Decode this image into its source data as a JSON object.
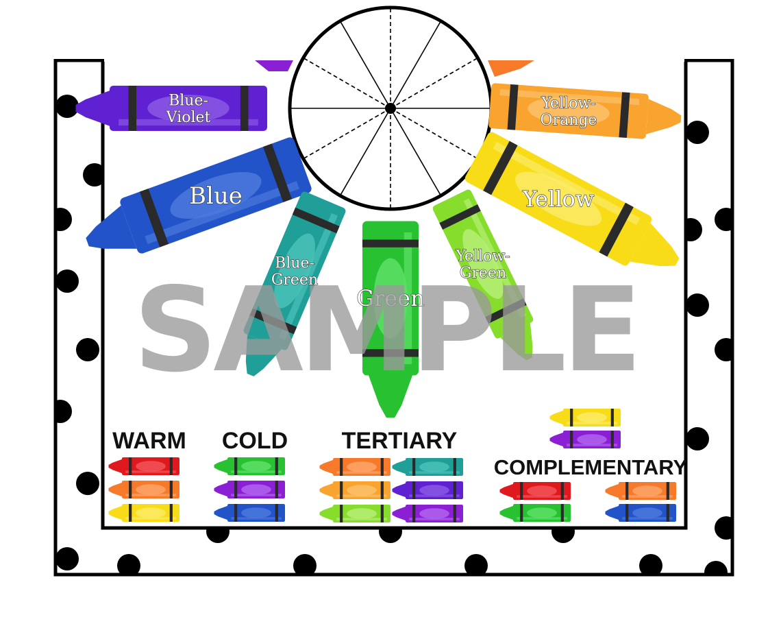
{
  "watermark": "SAMPLE",
  "colors": {
    "red": "#e0191f",
    "red_light": "#f2545a",
    "orange": "#f7792a",
    "orange_light": "#fda56a",
    "yellow_orange": "#f8a42e",
    "yellow_orange_light": "#fcc16b",
    "yellow": "#f8dc18",
    "yellow_light": "#fbeb67",
    "yellow_green": "#86dd2c",
    "yellow_green_light": "#b6ee78",
    "green": "#28c132",
    "green_light": "#5de166",
    "blue_green": "#1f9f97",
    "blue_green_light": "#4ac2b9",
    "blue": "#2253c8",
    "blue_light": "#4c79dc",
    "blue_violet": "#6021d2",
    "blue_violet_light": "#8a58e4",
    "violet": "#8a1fd4",
    "violet_light": "#b064ee",
    "band": "#2a2a2a"
  },
  "wheel": {
    "crayons": [
      {
        "label_lines": [
          "Blue-",
          "Violet"
        ],
        "color": "blue_violet"
      },
      {
        "label_lines": [
          "Blue"
        ],
        "color": "blue"
      },
      {
        "label_lines": [
          "Blue-",
          "Green"
        ],
        "color": "blue_green"
      },
      {
        "label_lines": [
          "Green"
        ],
        "color": "green"
      },
      {
        "label_lines": [
          "Yellow-",
          "Green"
        ],
        "color": "yellow_green"
      },
      {
        "label_lines": [
          "Yellow"
        ],
        "color": "yellow"
      },
      {
        "label_lines": [
          "Yellow-",
          "Orange"
        ],
        "color": "yellow_orange"
      }
    ]
  },
  "categories": {
    "warm": {
      "title": "WARM",
      "crayons": [
        "red",
        "orange",
        "yellow"
      ]
    },
    "cold": {
      "title": "COLD",
      "crayons": [
        "green",
        "violet",
        "blue"
      ]
    },
    "tertiary": {
      "title": "TERTIARY",
      "left": [
        "orange",
        "yellow_orange",
        "yellow_green"
      ],
      "right": [
        "blue_green",
        "blue_violet",
        "violet"
      ]
    },
    "complementary": {
      "title": "COMPLEMENTARY",
      "top": [
        "yellow",
        "violet"
      ],
      "left": [
        "red",
        "green"
      ],
      "right": [
        "orange",
        "blue"
      ]
    }
  }
}
